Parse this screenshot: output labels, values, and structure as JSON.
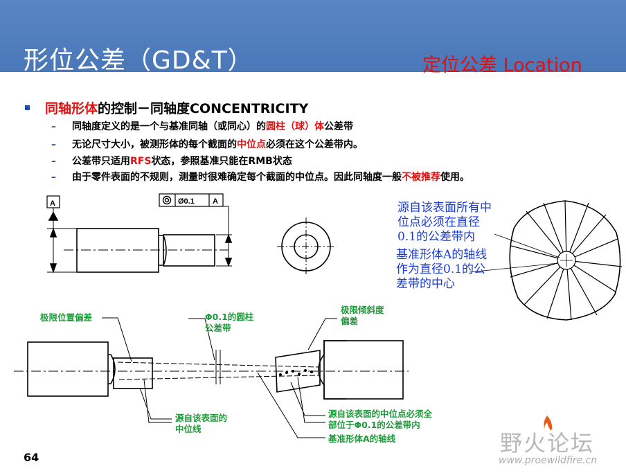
{
  "slide": {
    "title": "形位公差（GD&T）",
    "subtitle": "定位公差 Location",
    "page_number": "64"
  },
  "main_bullet": {
    "highlight": "同轴形体",
    "rest": "的控制－同轴度CONCENTRICITY"
  },
  "sub_bullets": [
    {
      "parts": [
        {
          "t": "同轴度定义的是一个与基准同轴（或同心）的",
          "red": false
        },
        {
          "t": "圆柱（球）体",
          "red": true
        },
        {
          "t": "公差带",
          "red": false
        }
      ]
    },
    {
      "parts": [
        {
          "t": "无论尺寸大小，被测形体的每个截面的",
          "red": false
        },
        {
          "t": "中位点",
          "red": true
        },
        {
          "t": "必须在这个公差带内。",
          "red": false
        }
      ]
    },
    {
      "parts": [
        {
          "t": "公差带只适用",
          "red": false
        },
        {
          "t": "RFS",
          "red": true
        },
        {
          "t": "状态，参照基准只能在RMB状态",
          "red": false
        }
      ]
    },
    {
      "parts": [
        {
          "t": "由于零件表面的不规则，测量时很难确定每个截面的中位点。因此同轴度一般",
          "red": false
        },
        {
          "t": "不被推荐",
          "red": true
        },
        {
          "t": "使用。",
          "red": false
        }
      ]
    }
  ],
  "drawing": {
    "datum_label": "A",
    "fcf": {
      "symbol": "◎",
      "tolerance": "Ø0.1",
      "datum": "A"
    }
  },
  "blue_annotations": {
    "top": [
      "源自该表面所有中",
      "位点必须在直径",
      "0.1的公差带内"
    ],
    "bottom": [
      "基准形体A的轴线",
      "作为直径0.1的公",
      "差带的中心"
    ]
  },
  "green_annotations": {
    "limit_position": "极限位置偏差",
    "tolerance_zone": [
      "Φ0.1的圆柱",
      "公差带"
    ],
    "limit_tilt": [
      "极限倾斜度",
      "偏差"
    ],
    "median_line": [
      "源自该表面的",
      "中位线"
    ],
    "median_points": [
      "源自该表面的中位点必须全",
      "部位于Φ0.1的公差带内"
    ],
    "datum_axis": "基准形体A的轴线"
  },
  "logo": {
    "text": "野火论坛",
    "url": "www.proewildfire.cn"
  },
  "colors": {
    "header": "#4a77b8",
    "red": "#e01010",
    "blue_text": "#1a3cd6",
    "green_text": "#1f9a3a"
  }
}
